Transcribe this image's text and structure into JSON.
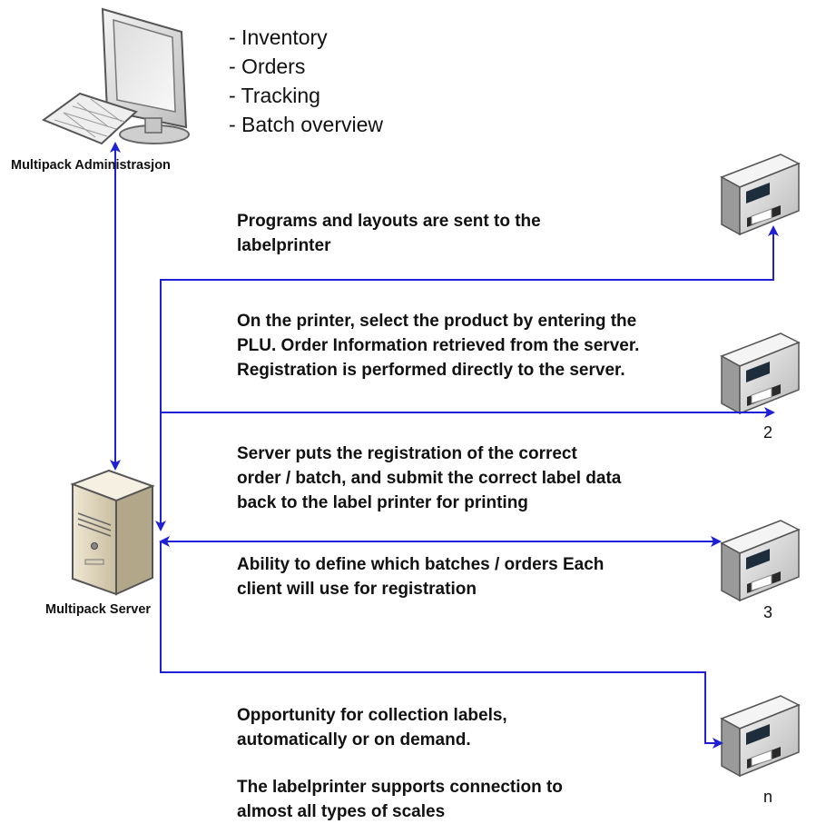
{
  "feature_list": [
    "- Inventory",
    "- Orders",
    "- Tracking",
    "- Batch overview"
  ],
  "admin": {
    "label": "Multipack Administrasjon"
  },
  "server": {
    "label": "Multipack Server"
  },
  "descriptions": [
    [
      "Programs and layouts are sent to the",
      "labelprinter"
    ],
    [
      "On the printer, select the product by entering the",
      "PLU. Order Information retrieved from the server.",
      "Registration is performed directly to the server."
    ],
    [
      "Server puts the registration of the correct",
      "order / batch, and submit the correct label data",
      "back to the label printer for printing"
    ],
    [
      "Ability to define which batches / orders Each",
      "client will use for registration"
    ],
    [
      "Opportunity for collection labels,",
      "automatically or on demand."
    ],
    [
      "The labelprinter supports connection to",
      "almost all types of scales"
    ]
  ],
  "printer_numbers": [
    "2",
    "3",
    "n"
  ],
  "colors": {
    "connector": "#1f1fd6",
    "text": "#111111"
  }
}
